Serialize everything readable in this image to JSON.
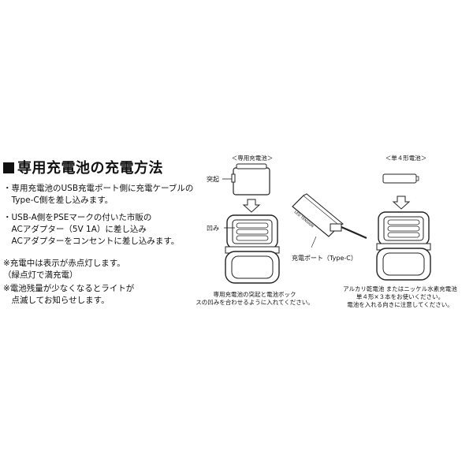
{
  "title": "専用充電池の充電方法",
  "bullets": [
    {
      "line1": "・専用充電池のUSB充電ポート側に充電ケーブルの",
      "line2": "　Type-C側を差し込みます。"
    },
    {
      "line1": "・USB-A側をPSEマークの付いた市販の",
      "line2": "　ACアダプター（5V 1A）に差し込み",
      "line3": "　ACアダプターをコンセントに差し込みます。"
    }
  ],
  "notes": [
    {
      "line1": "※充電中は表示が赤点灯します。",
      "line2": "（緑点灯で満充電）"
    },
    {
      "line1": "※電池残量が少なくなるとライトが",
      "line2": "　点滅してお知らせします。"
    }
  ],
  "fig1": {
    "header": "＜専用充電池＞",
    "label_bump": "突起",
    "label_notch": "凹み",
    "caption1": "専用充電池の突起と電池ボック",
    "caption2": "スの凹みを合わせるように入れてください。"
  },
  "fig2": {
    "label_port": "充電ポート（Type-C）",
    "battery_marking": "LED TENSION"
  },
  "fig3": {
    "header": "＜単４形電池＞",
    "caption1": "アルカリ乾電池 またはニッケル水素充電池",
    "caption2": "単４形×３本をお使いください。",
    "caption3": "電池を入れる向きに注意してください。"
  }
}
